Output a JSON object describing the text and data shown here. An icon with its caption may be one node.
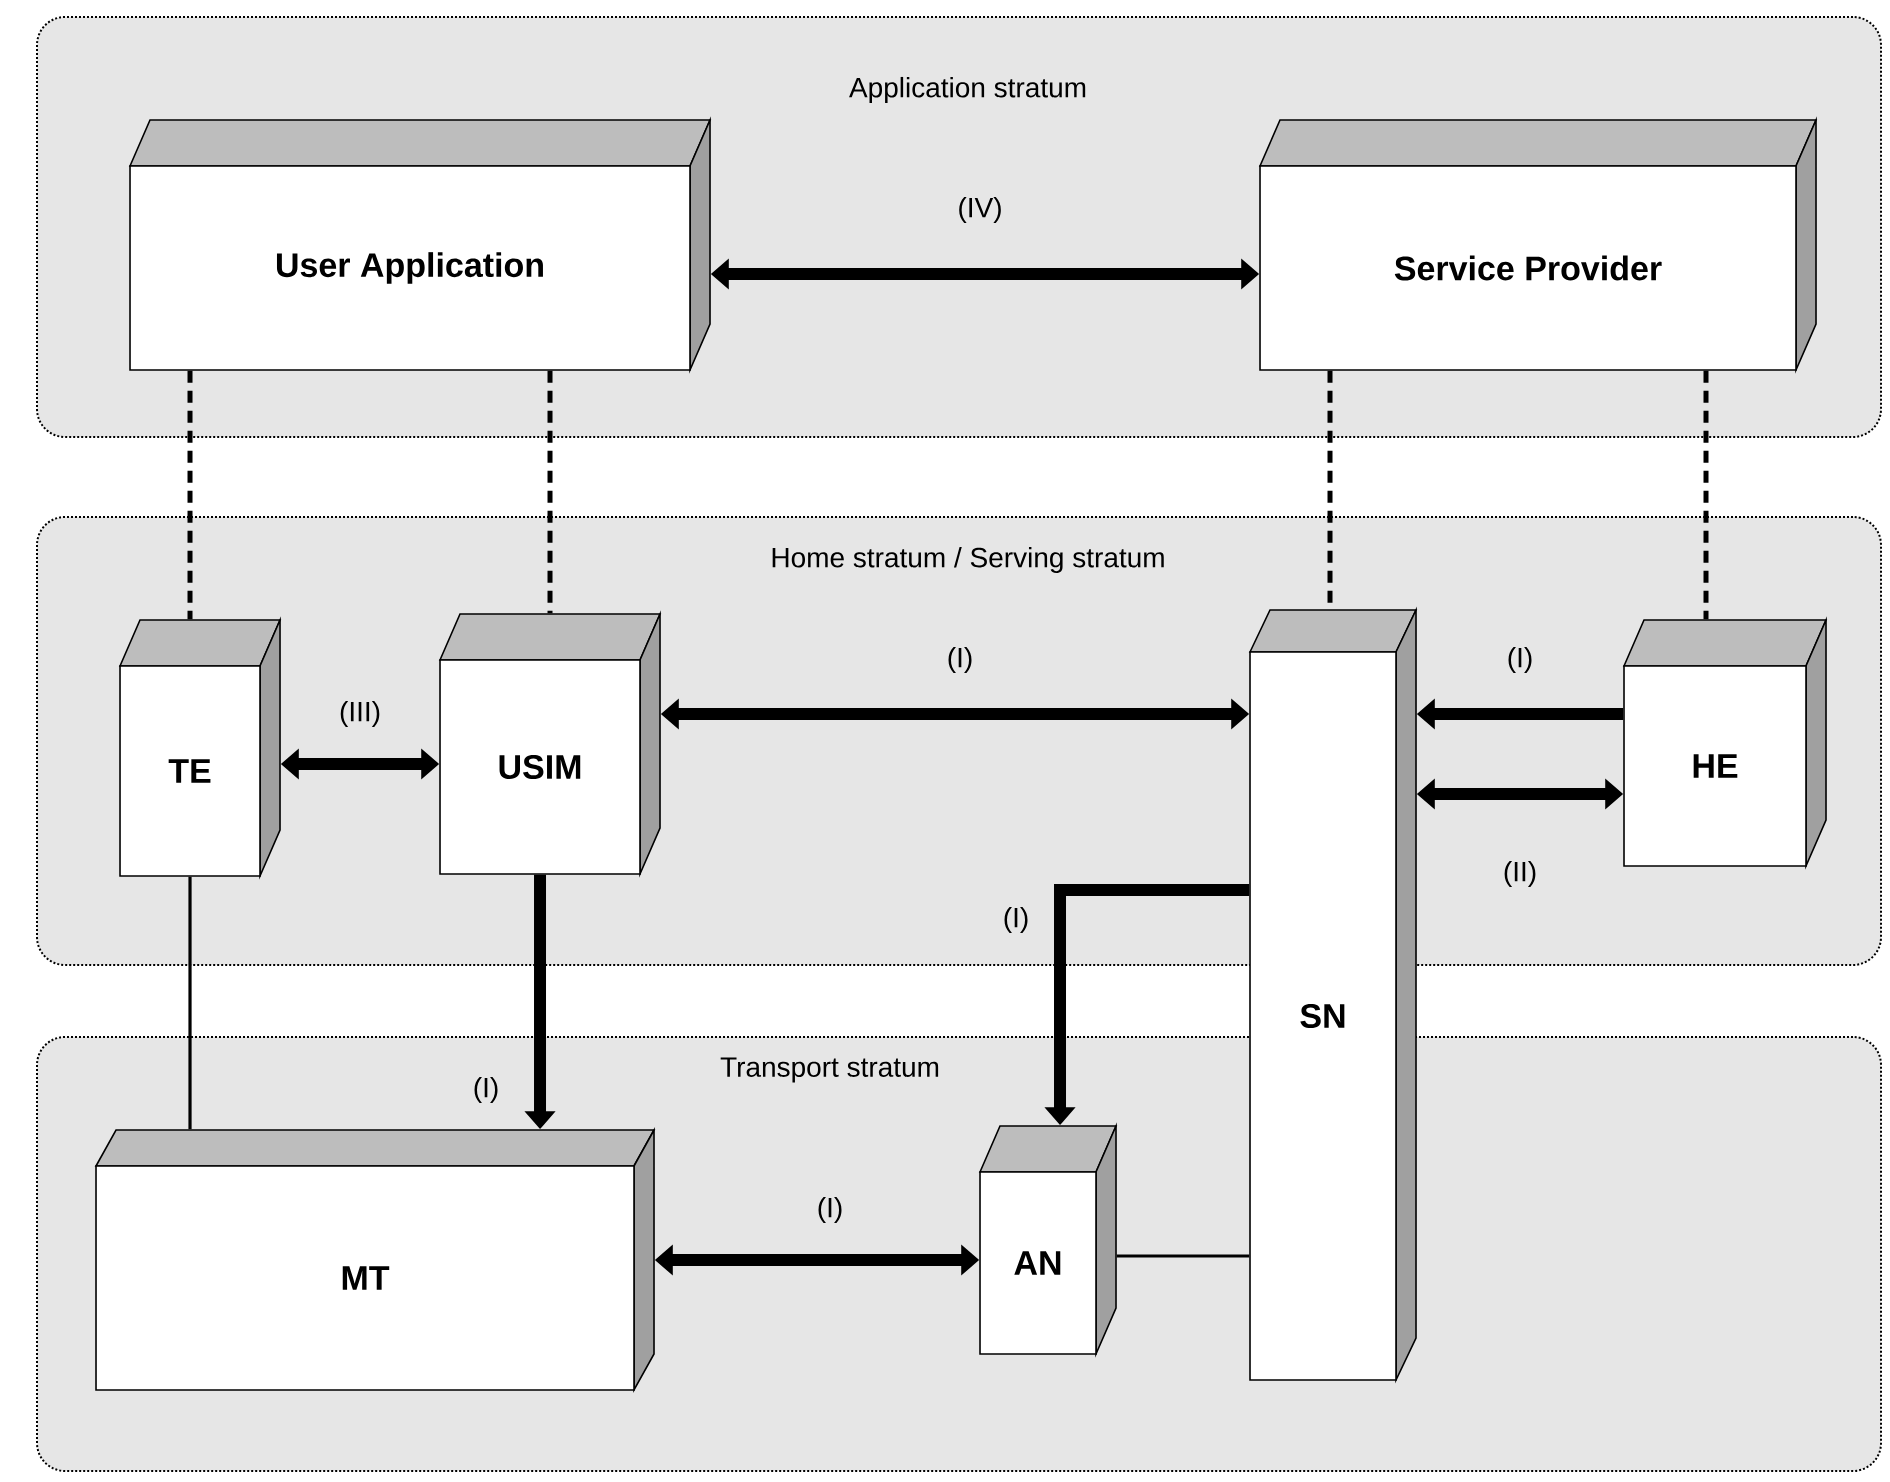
{
  "diagram": {
    "nodes": [
      {
        "text": [
          "Application stratum"
        ]
      },
      {
        "text": [
          "User Application"
        ],
        "in": 0
      },
      {
        "text": [
          "Service Provider"
        ],
        "in": 0
      },
      {
        "text": [
          "Home stratum / Serving stratum"
        ]
      },
      {
        "text": [
          "TE"
        ],
        "in": 3
      },
      {
        "text": [
          "USIM"
        ],
        "in": 3
      },
      {
        "text": [
          "HE"
        ],
        "in": 3
      },
      {
        "text": [
          "SN"
        ]
      },
      {
        "text": [
          "Transport stratum"
        ]
      },
      {
        "text": [
          "MT"
        ],
        "in": 8
      },
      {
        "text": [
          "AN"
        ],
        "in": 8
      }
    ],
    "edges": [
      {
        "from": 1,
        "to": 2,
        "arrow": "both",
        "label": "(IV)"
      },
      {
        "from": 1,
        "to": 4,
        "arrow": "none",
        "style": "dashed"
      },
      {
        "from": 1,
        "to": 5,
        "arrow": "none",
        "style": "dashed"
      },
      {
        "from": 2,
        "to": 7,
        "arrow": "none",
        "style": "dashed"
      },
      {
        "from": 2,
        "to": 6,
        "arrow": "none",
        "style": "dashed"
      },
      {
        "from": 4,
        "to": 5,
        "arrow": "both",
        "label": "(III)"
      },
      {
        "from": 5,
        "to": 7,
        "arrow": "both",
        "label": "(I)"
      },
      {
        "from": 6,
        "to": 7,
        "arrow": "to",
        "label": "(I)"
      },
      {
        "from": 7,
        "to": 6,
        "arrow": "both",
        "label": "(II)"
      },
      {
        "from": 7,
        "to": 10,
        "arrow": "to",
        "label": "(I)"
      },
      {
        "from": 5,
        "to": 9,
        "arrow": "to",
        "label": "(I)"
      },
      {
        "from": 4,
        "to": 9,
        "arrow": "none"
      },
      {
        "from": 9,
        "to": 10,
        "arrow": "both",
        "label": "(I)"
      },
      {
        "from": 10,
        "to": 7,
        "arrow": "none"
      }
    ]
  }
}
